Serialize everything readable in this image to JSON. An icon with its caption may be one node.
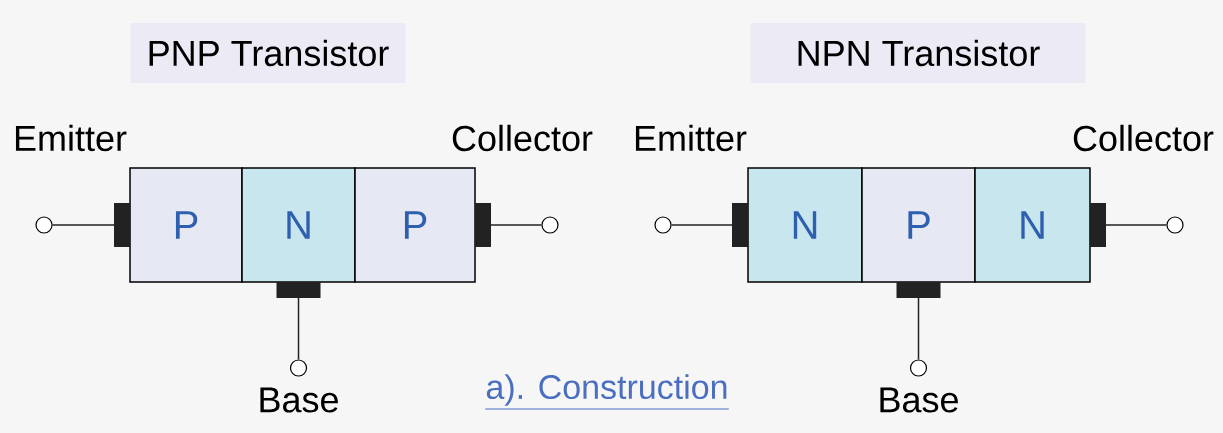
{
  "diagram": {
    "caption": "a).  Construction",
    "nodes": [
      {
        "text": [
          "PNP Transistor"
        ]
      },
      {
        "text": [
          "P"
        ]
      },
      {
        "text": [
          "N"
        ]
      },
      {
        "text": [
          "P"
        ]
      },
      {
        "text": [],
        "shape": "circle"
      },
      {
        "text": [],
        "shape": "circle"
      },
      {
        "text": [],
        "shape": "circle",
        "beside": [
          "Base"
        ]
      },
      {
        "text": [
          "NPN Transistor"
        ]
      },
      {
        "text": [
          "N"
        ]
      },
      {
        "text": [
          "P"
        ]
      },
      {
        "text": [
          "N"
        ]
      },
      {
        "text": [],
        "shape": "circle"
      },
      {
        "text": [],
        "shape": "circle"
      },
      {
        "text": [],
        "shape": "circle",
        "beside": [
          "Base"
        ]
      }
    ],
    "labels": [
      "Emitter",
      "Collector",
      "Emitter",
      "Collector"
    ],
    "edges": [
      {
        "from": 4,
        "to": 1,
        "arrow": "other"
      },
      {
        "from": 5,
        "to": 3,
        "arrow": "other"
      },
      {
        "from": 6,
        "to": 2,
        "arrow": "other"
      },
      {
        "from": 11,
        "to": 8,
        "arrow": "other"
      },
      {
        "from": 12,
        "to": 10,
        "arrow": "other"
      },
      {
        "from": 13,
        "to": 9,
        "arrow": "other"
      }
    ]
  }
}
